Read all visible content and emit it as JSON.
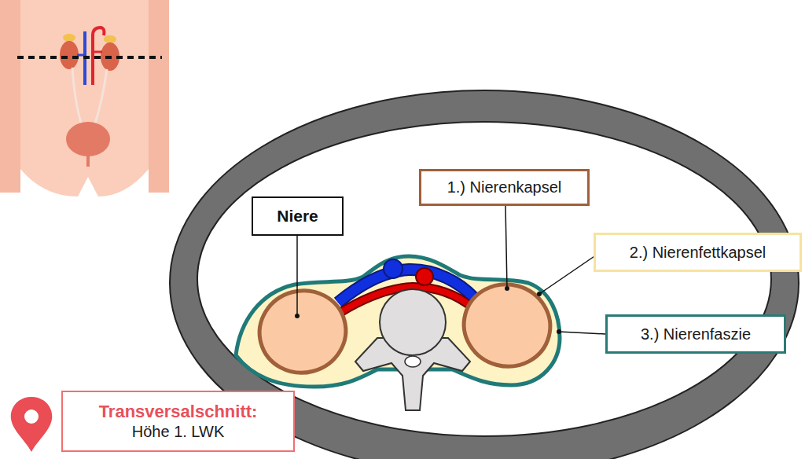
{
  "diagram": {
    "nodes": [
      {
        "text": [
          "1.) Nierenkapsel"
        ]
      },
      {
        "text": [
          "Niere"
        ]
      },
      {
        "text": [
          "2.) Nierenfettkapsel"
        ]
      },
      {
        "text": [
          "3.) Nierenfaszie"
        ]
      },
      {
        "text": [
          "Transversalschnitt:",
          "Höhe 1. LWK"
        ]
      }
    ]
  }
}
